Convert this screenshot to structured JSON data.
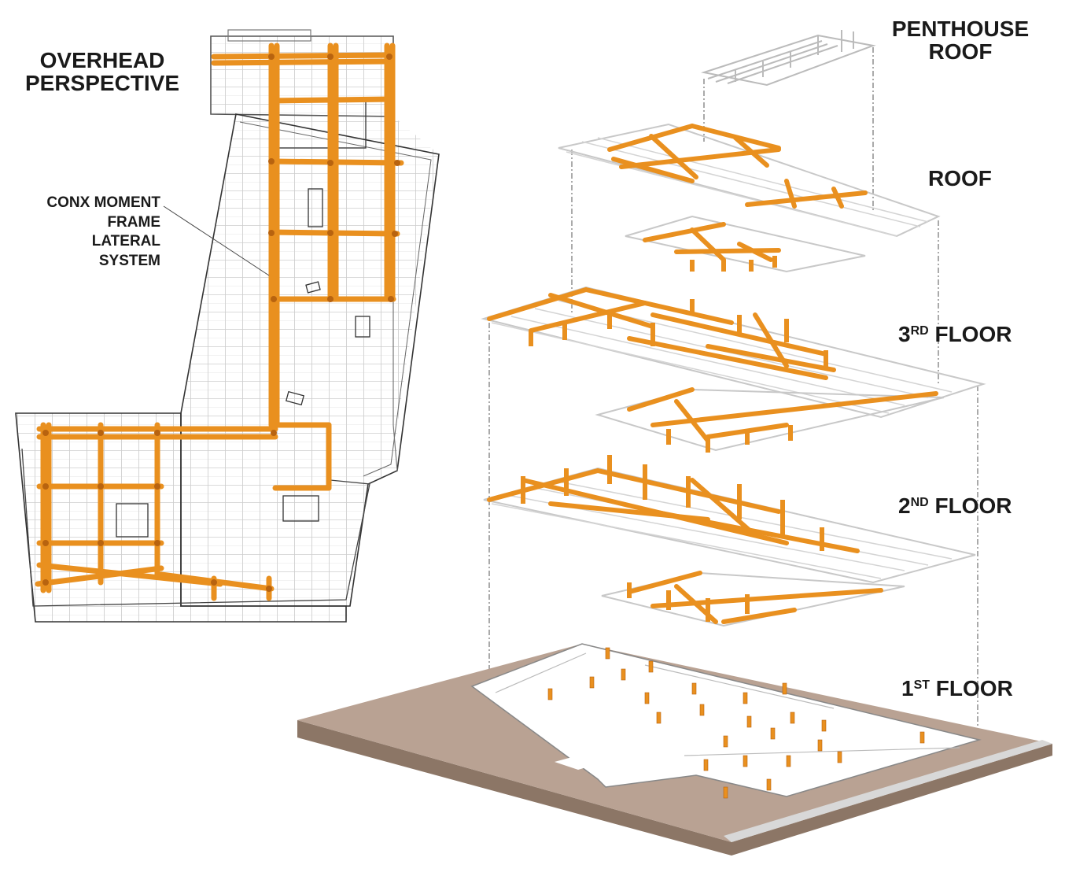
{
  "labels": {
    "overhead": [
      "OVERHEAD",
      "PERSPECTIVE"
    ],
    "conx": [
      "CONX MOMENT",
      "FRAME",
      "LATERAL",
      "SYSTEM"
    ],
    "penthouse": [
      "PENTHOUSE",
      "ROOF"
    ],
    "roof": "ROOF",
    "third": {
      "num": "3",
      "sup": "RD",
      "word": " FLOOR"
    },
    "second": {
      "num": "2",
      "sup": "ND",
      "word": " FLOOR"
    },
    "first": {
      "num": "1",
      "sup": "ST",
      "word": " FLOOR"
    }
  },
  "colors": {
    "frame_orange": "#E9901F",
    "frame_orange_dark": "#B8630F",
    "grid_gray": "#BDBDBD",
    "outline_dark": "#333333",
    "slab_brown": "#B9A293",
    "slab_side": "#8C7666",
    "pavement": "#D8D8D8"
  }
}
